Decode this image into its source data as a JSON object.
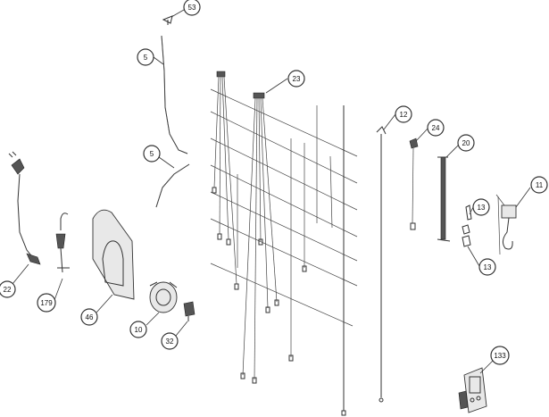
{
  "diagram": {
    "callouts": [
      {
        "id": "c53",
        "label": "53"
      },
      {
        "id": "c5a",
        "label": "5"
      },
      {
        "id": "c5b",
        "label": "5"
      },
      {
        "id": "c22",
        "label": "22"
      },
      {
        "id": "c179",
        "label": "179"
      },
      {
        "id": "c46",
        "label": "46"
      },
      {
        "id": "c10",
        "label": "10"
      },
      {
        "id": "c32",
        "label": "32"
      },
      {
        "id": "c23",
        "label": "23"
      },
      {
        "id": "c12",
        "label": "12"
      },
      {
        "id": "c24",
        "label": "24"
      },
      {
        "id": "c20",
        "label": "20"
      },
      {
        "id": "c11",
        "label": "11"
      },
      {
        "id": "c13a",
        "label": "13"
      },
      {
        "id": "c13b",
        "label": "13"
      },
      {
        "id": "c133",
        "label": "133"
      }
    ]
  }
}
